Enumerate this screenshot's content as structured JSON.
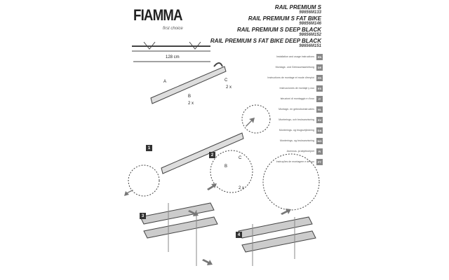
{
  "brand": {
    "name": "FIAMMA",
    "tagline": "first choice"
  },
  "products": [
    {
      "name": "RAIL PREMIUM S",
      "code": "98656M133"
    },
    {
      "name": "RAIL PREMIUM S FAT BIKE",
      "code": "98656M146"
    },
    {
      "name": "RAIL PREMIUM S DEEP BLACK",
      "code": "98656M152"
    },
    {
      "name": "RAIL PREMIUM S FAT BIKE DEEP BLACK",
      "code": "98656M151"
    }
  ],
  "dimension": "128 cm",
  "languages": [
    {
      "text": "Installation and usage instructions",
      "code": "EN"
    },
    {
      "text": "Montage- und Gebrauchsanleitung",
      "code": "DE"
    },
    {
      "text": "Instructions de montage et mode d'emploi",
      "code": "FR"
    },
    {
      "text": "Instrucciones de montaje y uso",
      "code": "ES"
    },
    {
      "text": "Istruzioni di montaggio e d'uso",
      "code": "IT"
    },
    {
      "text": "Montage- en gebruiksinstructies",
      "code": "NL"
    },
    {
      "text": "Monterings- och bruksanvisning",
      "code": "SV"
    },
    {
      "text": "Monterings- og brugsvejledning",
      "code": "DA"
    },
    {
      "text": "Monterings- og bruksanvisning",
      "code": "NO"
    },
    {
      "text": "Asennus- ja käyttöohjeet",
      "code": "FI"
    },
    {
      "text": "Instruções de montagem e de uso",
      "code": "PT"
    }
  ],
  "parts": {
    "a": "A",
    "b": "B",
    "c": "C",
    "qty": "2 x"
  },
  "steps": [
    "1",
    "2",
    "3",
    "4"
  ]
}
